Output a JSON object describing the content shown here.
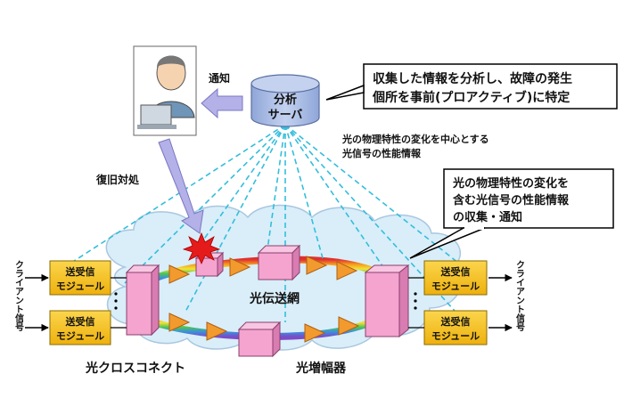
{
  "server": {
    "line1": "分析",
    "line2": "サーバ"
  },
  "notify_label": "通知",
  "recovery_label": "復旧対処",
  "top_callout": {
    "line1": "収集した情報を分析し、故障の発生",
    "line2": "個所を事前(プロアクティブ)に特定"
  },
  "physical_info": {
    "line1": "光の物理特性の変化を中心とする",
    "line2": "光信号の性能情報"
  },
  "collect_callout": {
    "line1": "光の物理特性の変化を",
    "line2": "含む光信号の性能情報",
    "line3": "の収集・通知"
  },
  "transceiver": {
    "line1": "送受信",
    "line2": "モジュール"
  },
  "client_signal": "クライアント信号",
  "network_label": "光伝送網",
  "cross_connect_label": "光クロスコネクト",
  "amplifier_label": "光増幅器",
  "colors": {
    "server_blue": "#a9bbe3",
    "callout_border": "#000000",
    "transceiver_fill": "#f4c21c",
    "node_pink": "#f4a4cf",
    "cloud_fill": "#d9eef9",
    "dashed_cyan": "#33bedc",
    "amplifier_orange": "#f29a2e",
    "arrow_lavender": "#b4b0e8"
  }
}
